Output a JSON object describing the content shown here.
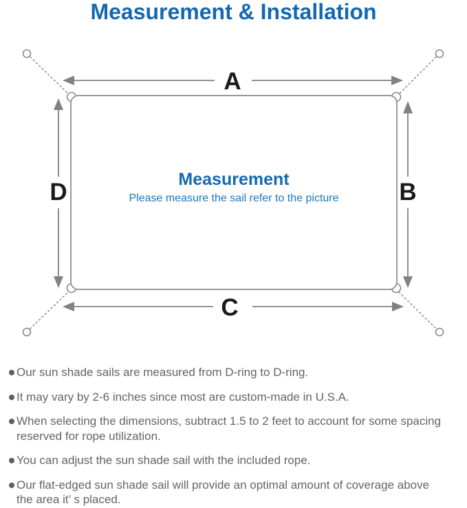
{
  "title": "Measurement & Installation",
  "diagram": {
    "labels": {
      "top": "A",
      "right": "B",
      "bottom": "C",
      "left": "D"
    },
    "center_title": "Measurement",
    "center_subtitle": "Please measure the sail refer to the picture"
  },
  "bullets": [
    {
      "lines": [
        "Our sun shade sails are measured from D-ring to D-ring."
      ]
    },
    {
      "lines": [
        "It may vary by 2-6 inches since most are custom-made in U.S.A."
      ]
    },
    {
      "lines": [
        "When selecting the dimensions, subtract 1.5 to 2 feet to account for some spacing",
        "reserved for rope utilization."
      ]
    },
    {
      "lines": [
        "You can adjust the sun shade sail with the included rope."
      ]
    },
    {
      "lines": [
        "Our flat-edged sun shade sail will provide an optimal amount of coverage above",
        "the area it’ s placed."
      ]
    }
  ],
  "colors": {
    "title_blue": "#1468b3",
    "center_subtitle_blue": "#1e76bd",
    "dimension_letter_black": "#1a1a1a",
    "line_gray": "#8a8a8a",
    "body_text_gray": "#646464"
  }
}
